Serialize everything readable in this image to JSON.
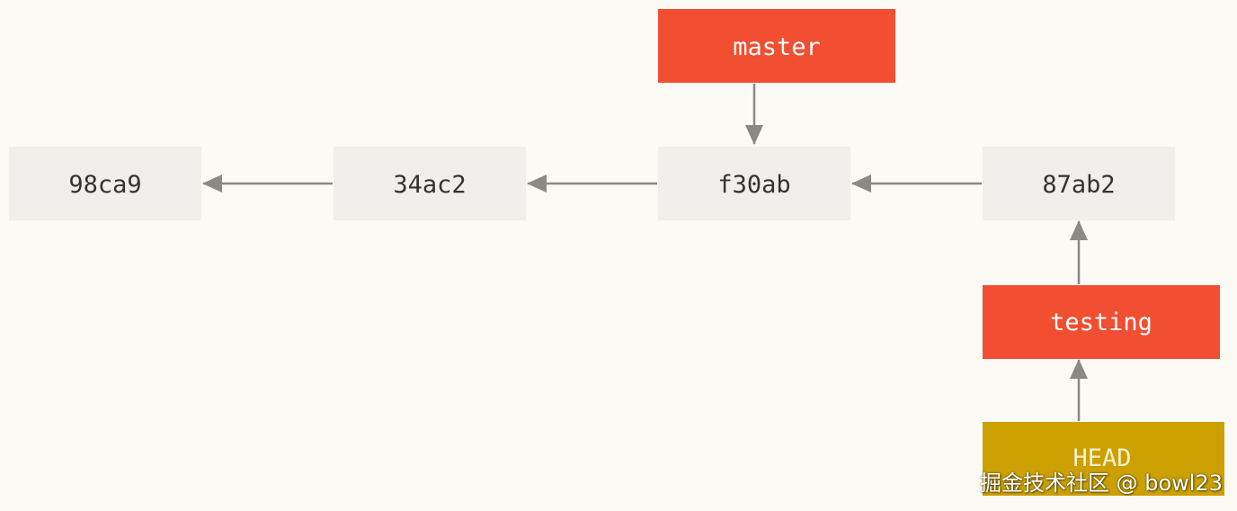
{
  "commits": [
    {
      "id": "98ca9",
      "label": "98ca9"
    },
    {
      "id": "34ac2",
      "label": "34ac2"
    },
    {
      "id": "f30ab",
      "label": "f30ab"
    },
    {
      "id": "87ab2",
      "label": "87ab2"
    }
  ],
  "branches": {
    "master": {
      "label": "master",
      "points_to": "f30ab"
    },
    "testing": {
      "label": "testing",
      "points_to": "87ab2"
    }
  },
  "head": {
    "label": "HEAD",
    "points_to": "testing"
  },
  "watermark": {
    "text": "掘金技术社区 @ bowl23"
  },
  "colors": {
    "background": "#fbfaf5",
    "commit_fill": "#f0efec",
    "branch_fill": "#f14e32",
    "head_fill": "#cca000",
    "arrow": "#8a8984"
  }
}
